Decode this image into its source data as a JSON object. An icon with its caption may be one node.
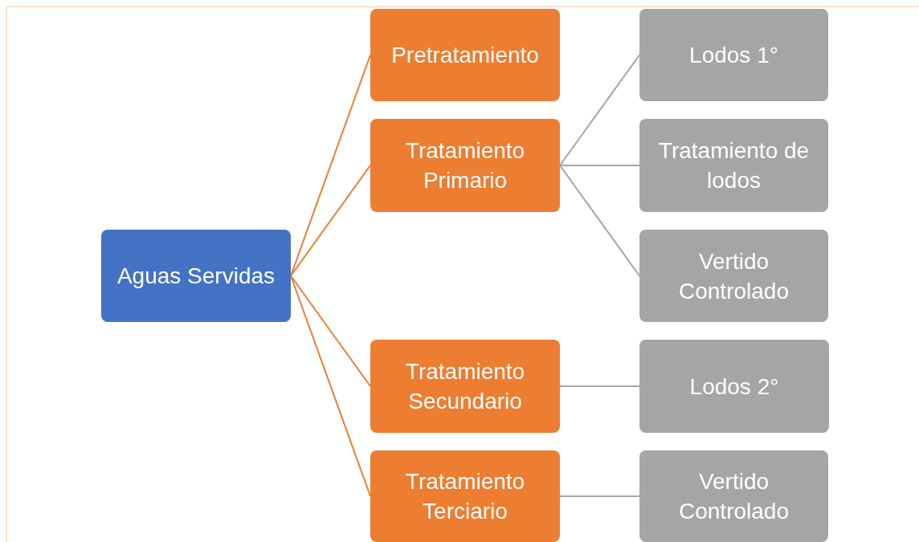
{
  "diagram": {
    "nodes": [
      {
        "text": [
          "Aguas Servidas"
        ]
      },
      {
        "text": [
          "Pretratamiento"
        ]
      },
      {
        "text": [
          "Tratamiento Primario"
        ]
      },
      {
        "text": [
          "Tratamiento Secundario"
        ]
      },
      {
        "text": [
          "Tratamiento Terciario"
        ]
      },
      {
        "text": [
          "Lodos 1°"
        ]
      },
      {
        "text": [
          "Tratamiento de lodos"
        ]
      },
      {
        "text": [
          "Vertido Controlado"
        ]
      },
      {
        "text": [
          "Lodos 2°"
        ]
      },
      {
        "text": [
          "Vertido Controlado"
        ]
      }
    ],
    "edges": [
      {
        "from": 0,
        "to": 1,
        "arrow": "none",
        "color": "#ed7d31"
      },
      {
        "from": 0,
        "to": 2,
        "arrow": "none",
        "color": "#ed7d31"
      },
      {
        "from": 0,
        "to": 3,
        "arrow": "none",
        "color": "#ed7d31"
      },
      {
        "from": 0,
        "to": 4,
        "arrow": "none",
        "color": "#ed7d31"
      },
      {
        "from": 2,
        "to": 5,
        "arrow": "none"
      },
      {
        "from": 2,
        "to": 6,
        "arrow": "none"
      },
      {
        "from": 2,
        "to": 7,
        "arrow": "none"
      },
      {
        "from": 3,
        "to": 8,
        "arrow": "none"
      },
      {
        "from": 4,
        "to": 9,
        "arrow": "none"
      }
    ]
  }
}
